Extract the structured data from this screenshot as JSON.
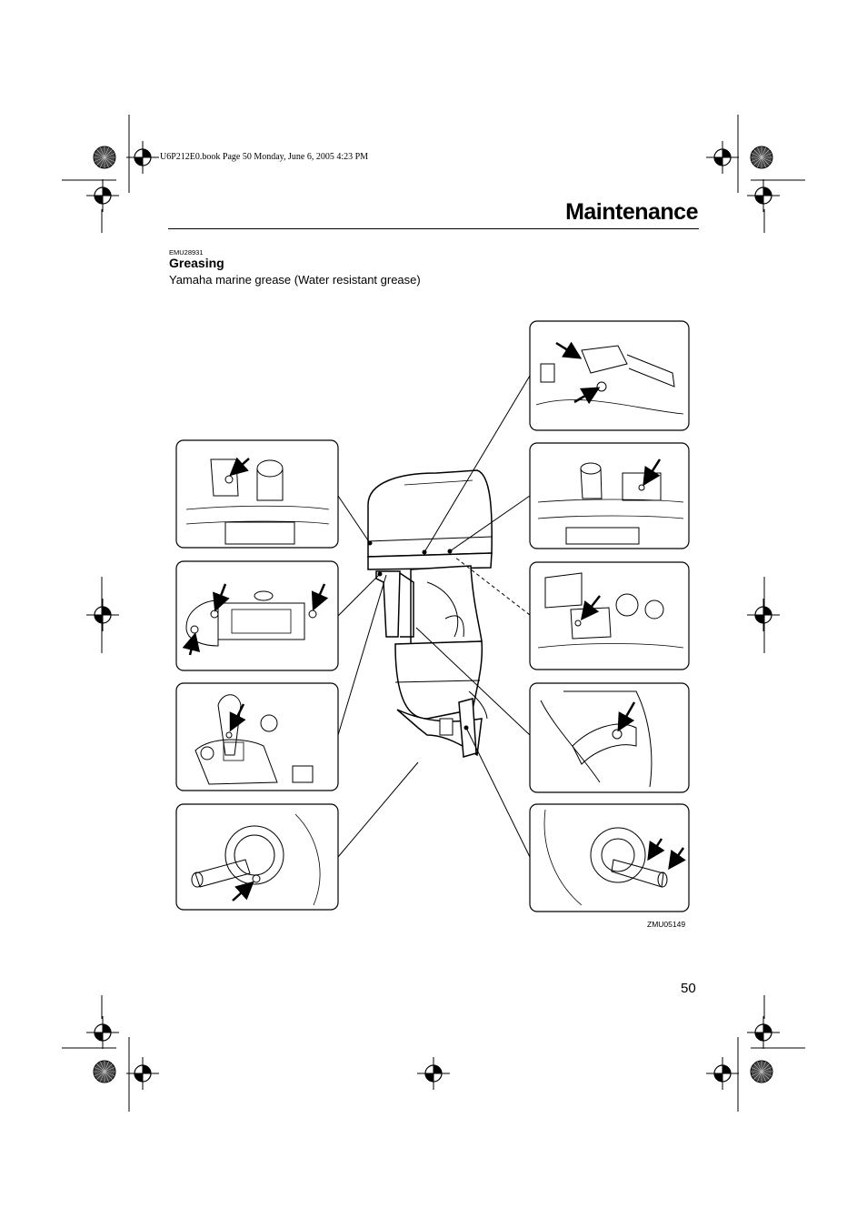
{
  "print_header": "U6P212E0.book  Page 50  Monday, June 6, 2005  4:23 PM",
  "section_title": "Maintenance",
  "code_label": "EMU28931",
  "sub_heading": "Greasing",
  "grease_text": "Yamaha marine grease (Water resistant grease)",
  "figure_code": "ZMU05149",
  "page_number": "50",
  "illustration": {
    "left_panels": [
      "steering-bracket-detail",
      "clamp-bracket-detail",
      "tilt-lock-detail",
      "propeller-shaft-detail"
    ],
    "right_panels": [
      "throttle-cable-detail",
      "shift-link-detail",
      "choke-link-detail",
      "swivel-bracket-detail",
      "propeller-shaft-spline-detail"
    ]
  }
}
